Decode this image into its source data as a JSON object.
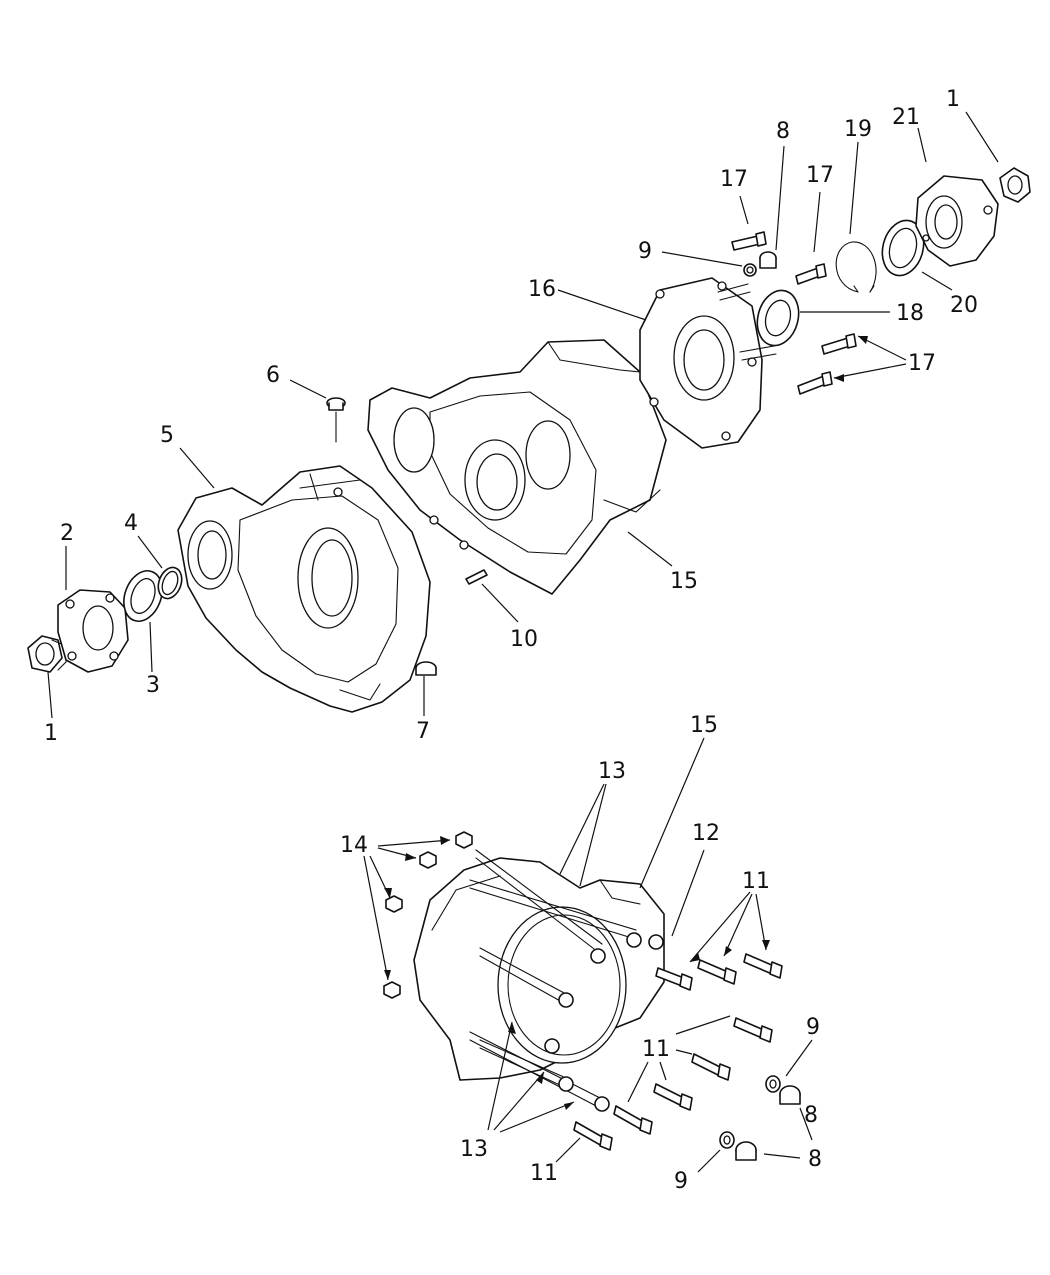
{
  "callouts": {
    "p1a": "1",
    "p1b": "1",
    "p2": "2",
    "p3": "3",
    "p4": "4",
    "p5": "5",
    "p6": "6",
    "p7": "7",
    "p8a": "8",
    "p8b": "8",
    "p8c": "8",
    "p9a": "9",
    "p9b": "9",
    "p9c": "9",
    "p10": "10",
    "p11a": "11",
    "p11b": "11",
    "p11c": "11",
    "p12": "12",
    "p13a": "13",
    "p13b": "13",
    "p14": "14",
    "p15a": "15",
    "p15b": "15",
    "p16": "16",
    "p17a": "17",
    "p17b": "17",
    "p17c": "17",
    "p18": "18",
    "p19": "19",
    "p20": "20",
    "p21": "21"
  }
}
